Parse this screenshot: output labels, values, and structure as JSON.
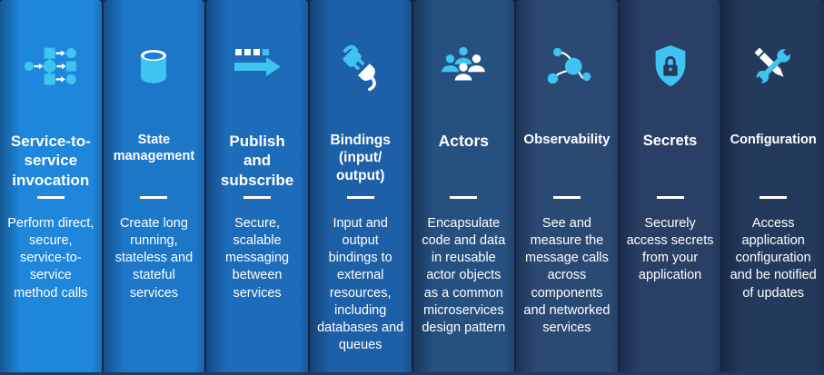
{
  "theme": {
    "icon_cyan": "#3fc4f1",
    "icon_white": "#ffffff",
    "text_color": "#ffffff",
    "background": "#16243f",
    "bottom_bar_color": "#233a5e"
  },
  "columns": [
    {
      "id": "service-invocation",
      "icon": "flowchart-icon",
      "color": "#1e86db",
      "title": "Service-to-\nservice\ninvocation",
      "description": "Perform direct, secure, service-to-service method calls"
    },
    {
      "id": "state-management",
      "icon": "database-icon",
      "color": "#1c77c9",
      "title": "State\nmanagement",
      "description": "Create long running, stateless and stateful services"
    },
    {
      "id": "publish-subscribe",
      "icon": "pubsub-arrow-icon",
      "color": "#1d6cba",
      "title": "Publish\nand\nsubscribe",
      "description": "Secure, scalable messaging between services"
    },
    {
      "id": "bindings",
      "icon": "plug-icon",
      "color": "#1e60a7",
      "title": "Bindings\n(input/\noutput)",
      "description": "Input and output bindings to external resources, including databases and queues"
    },
    {
      "id": "actors",
      "icon": "people-icon",
      "color": "#26507f",
      "title": "Actors",
      "description": "Encapsulate code and data in reusable actor objects as a common microservices design pattern"
    },
    {
      "id": "observability",
      "icon": "network-nodes-icon",
      "color": "#2b4a73",
      "title": "Observability",
      "description": "See and measure the message calls across components and networked services"
    },
    {
      "id": "secrets",
      "icon": "shield-lock-icon",
      "color": "#293f66",
      "title": "Secrets",
      "description": "Securely access secrets from your application"
    },
    {
      "id": "configuration",
      "icon": "tools-icon",
      "color": "#243a5c",
      "title": "Configuration",
      "description": "Access application configuration and be notified of updates"
    }
  ]
}
